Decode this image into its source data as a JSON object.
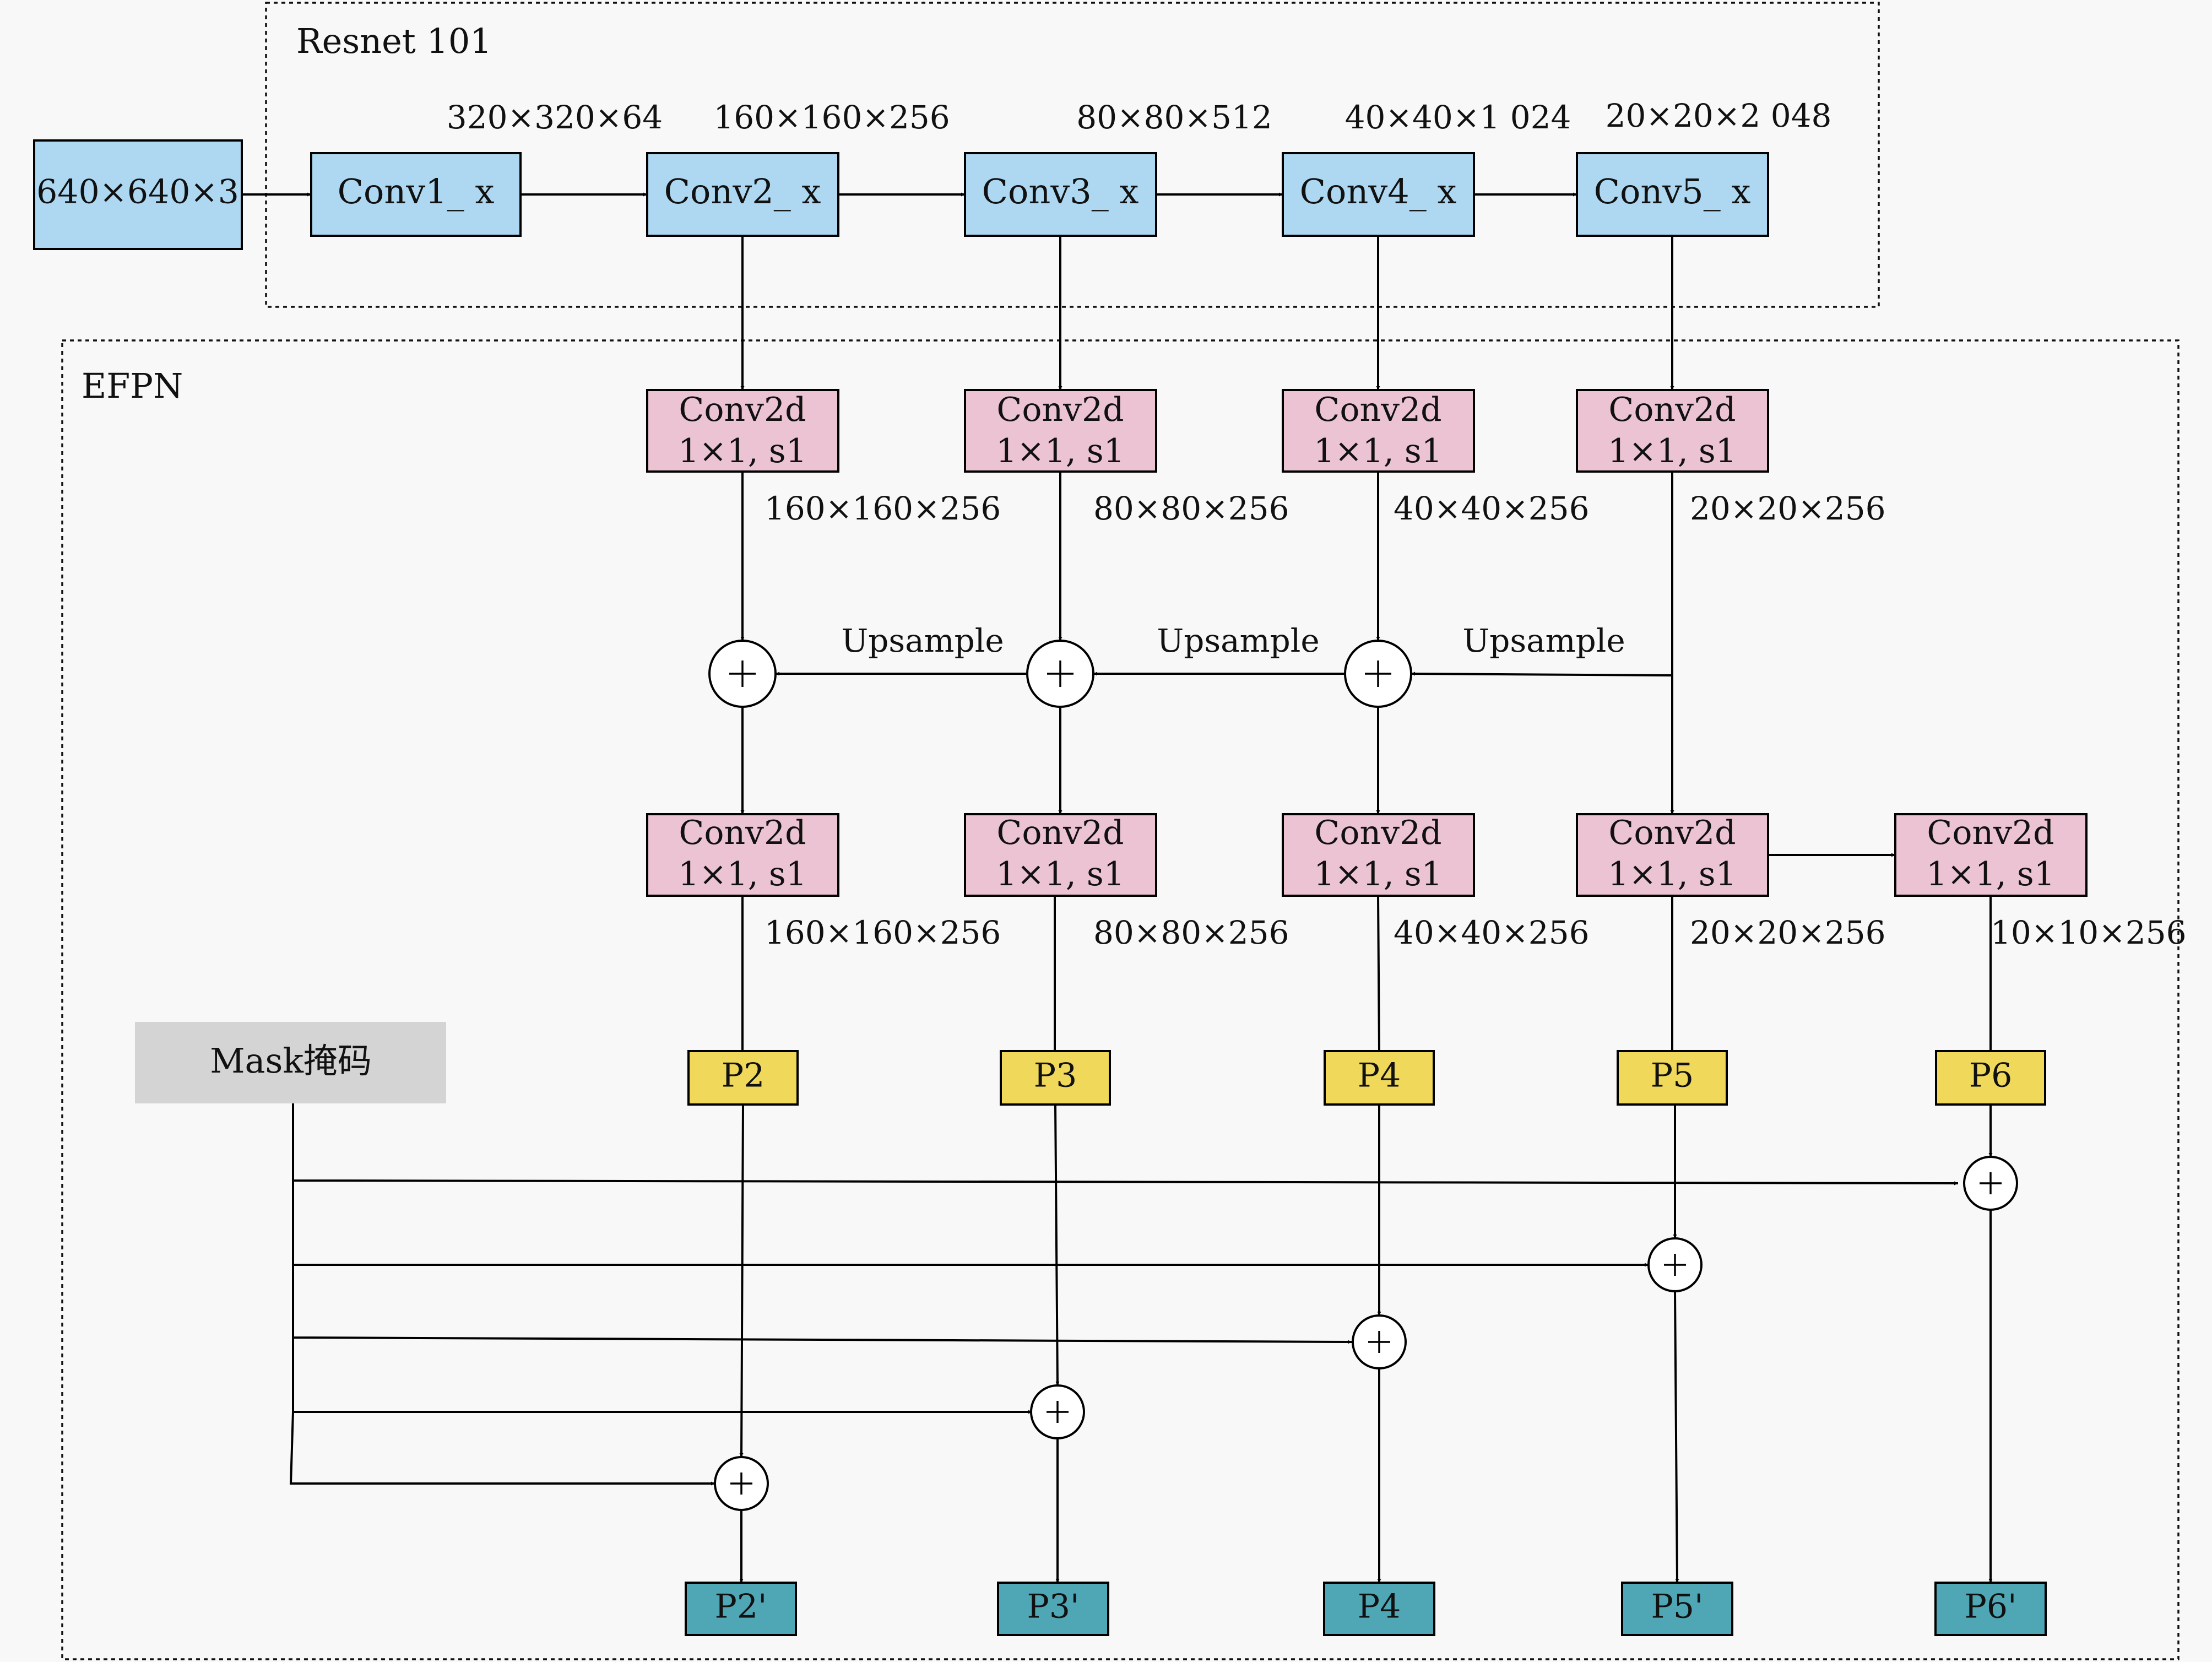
{
  "sections": {
    "backbone": "Resnet 101",
    "neck": "EFPN"
  },
  "input": {
    "label": "640×640×3"
  },
  "backbone_blocks": [
    {
      "label": "Conv1_ x",
      "size": "320×320×64"
    },
    {
      "label": "Conv2_ x",
      "size": "160×160×256"
    },
    {
      "label": "Conv3_ x",
      "size": "80×80×512"
    },
    {
      "label": "Conv4_ x",
      "size": "40×40×1 024"
    },
    {
      "label": "Conv5_ x",
      "size": "20×20×2 048"
    }
  ],
  "lateral_convs": [
    {
      "line1": "Conv2d",
      "line2": "1×1, s1",
      "size": "160×160×256"
    },
    {
      "line1": "Conv2d",
      "line2": "1×1, s1",
      "size": "80×80×256"
    },
    {
      "line1": "Conv2d",
      "line2": "1×1, s1",
      "size": "40×40×256"
    },
    {
      "line1": "Conv2d",
      "line2": "1×1, s1",
      "size": "20×20×256"
    }
  ],
  "upsample_label": "Upsample",
  "output_convs": [
    {
      "line1": "Conv2d",
      "line2": "1×1, s1",
      "size": "160×160×256"
    },
    {
      "line1": "Conv2d",
      "line2": "1×1, s1",
      "size": "80×80×256"
    },
    {
      "line1": "Conv2d",
      "line2": "1×1, s1",
      "size": "40×40×256"
    },
    {
      "line1": "Conv2d",
      "line2": "1×1, s1",
      "size": "20×20×256"
    },
    {
      "line1": "Conv2d",
      "line2": "1×1, s1",
      "size": "10×10×256"
    }
  ],
  "pyramid": [
    "P2",
    "P3",
    "P4",
    "P5",
    "P6"
  ],
  "mask": {
    "label": "Mask掩码"
  },
  "outputs": [
    "P2'",
    "P3'",
    "P4",
    "P5'",
    "P6'"
  ],
  "colors": {
    "background": "#f8f8f8",
    "backbone_block": "#aed8f2",
    "conv_block": "#ecc3d2",
    "pyramid_block": "#f0d85a",
    "output_block": "#4fa7b5",
    "mask_block": "#d4d4d4"
  }
}
